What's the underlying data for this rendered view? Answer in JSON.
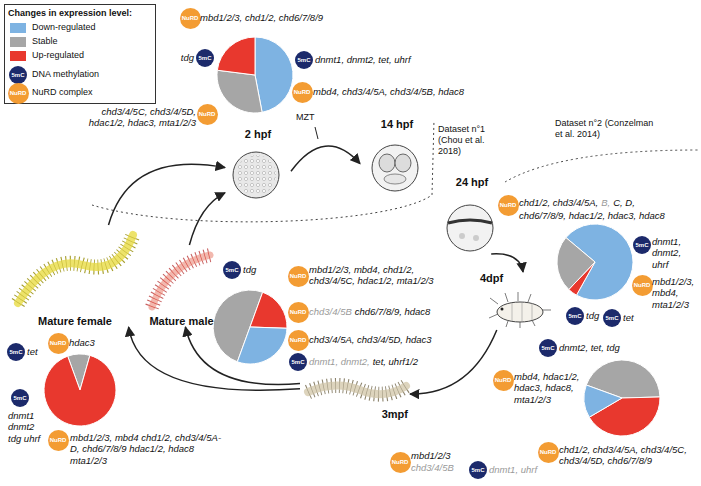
{
  "diagram": {
    "nodes": [
      {
        "text": [
          "2 hpf"
        ]
      },
      {
        "text": [
          "14 hpf"
        ]
      },
      {
        "text": [
          "24 hpf"
        ]
      },
      {
        "text": [
          "4dpf"
        ]
      },
      {
        "text": [
          "3mpf"
        ]
      },
      {
        "text": [
          "Mature male"
        ]
      },
      {
        "text": [
          "Mature female"
        ]
      },
      {
        "text": [
          "NuRD"
        ]
      },
      {
        "text": [
          "5mC"
        ]
      },
      {
        "text": [
          "5mC"
        ]
      },
      {
        "text": [
          "NuRD"
        ]
      },
      {
        "text": [
          "NuRD"
        ]
      },
      {
        "text": [
          "NuRD"
        ]
      },
      {
        "text": [
          "5mC"
        ]
      },
      {
        "text": [
          "NuRD"
        ]
      },
      {
        "text": [
          "5mC"
        ]
      },
      {
        "text": [
          "5mC"
        ]
      },
      {
        "text": [
          "5mC"
        ]
      },
      {
        "text": [
          "NuRD"
        ]
      },
      {
        "text": [
          "NuRD"
        ]
      },
      {
        "text": [
          "NuRD"
        ]
      },
      {
        "text": [
          "5mC"
        ]
      },
      {
        "text": [
          "5mC"
        ]
      },
      {
        "text": [
          "NuRD"
        ]
      },
      {
        "text": [
          "NuRD"
        ]
      },
      {
        "text": [
          "NuRD"
        ]
      },
      {
        "text": [
          "5mC"
        ]
      },
      {
        "text": [
          "5mC"
        ]
      },
      {
        "text": [
          "NuRD"
        ]
      },
      {
        "text": [
          "5mC"
        ]
      },
      {
        "text": [
          "NuRD"
        ]
      }
    ],
    "edges": [
      {
        "from": 0,
        "to": 1,
        "arrow": "to"
      },
      {
        "from": 2,
        "to": 3,
        "arrow": "to"
      },
      {
        "from": 3,
        "to": 4,
        "arrow": "to"
      },
      {
        "from": 4,
        "to": 6,
        "arrow": "to"
      },
      {
        "from": 4,
        "to": 5,
        "arrow": "to"
      },
      {
        "from": 6,
        "to": 0,
        "arrow": "to"
      },
      {
        "from": 5,
        "to": 0,
        "arrow": "to"
      }
    ],
    "labels": [
      "Changes in expression level:",
      "5mC",
      "NuRD",
      "MZT",
      "Dataset n°1 (Chou et al. 2018)",
      "Dataset n°2 (Conzelman et al. 2014)",
      "mbd1/2/3, chd1/2, chd6/7/8/9",
      "tdg",
      "dnmt1, dnmt2, tet, uhrf",
      "mbd4, chd3/4/5A, chd3/4/5B, hdac8",
      "chd3/4/5C, chd3/4/5D, hdac1/2, hdac3, mta1/2/3",
      "chd1/2, chd3/4/5A,",
      "B,",
      "C, D,",
      "chd6/7/8/9, hdac1/2, hdac3, hdac8",
      "dnmt1, dnmt2, uhrf",
      "mbd1/2/3, mbd4, mta1/2/3",
      "tdg",
      "tet",
      "dnmt2, tet, tdg",
      "mbd4, hdac1/2, hdac3, hdac8, mta1/2/3",
      "chd1/2, chd3/4/5A, chd3/4/5C, chd3/4/5D, chd6/7/8/9",
      "mbd1/2/3",
      "chd3/4/5B",
      "dnmt1, uhrf",
      "tdg",
      "mbd1/2/3, mbd4, chd1/2, chd3/4/5C, hdac1/2, mta1/2/3",
      "chd3/4/5B",
      "chd6/7/8/9, hdac8",
      "chd3/4/5A, chd3/4/5D, hdac3",
      "dnmt1, dnmt2,",
      "tet, uhrf1/2",
      "tet",
      "hdac3",
      "dnmt1 dnmt2 tdg uhrf",
      "mbd1/2/3, mbd4 chd1/2, chd3/4/5A-D, chd6/7/8/9 hdac1/2, hdac8 mta1/2/3"
    ],
    "legend": [
      {
        "text": "Down-regulated",
        "color": "#7eb3e2"
      },
      {
        "text": "Stable",
        "color": "#a6a6a6"
      },
      {
        "text": "Up-regulated",
        "color": "#e8382e"
      },
      {
        "text": "DNA methylation"
      },
      {
        "text": "NuRD complex"
      }
    ]
  }
}
